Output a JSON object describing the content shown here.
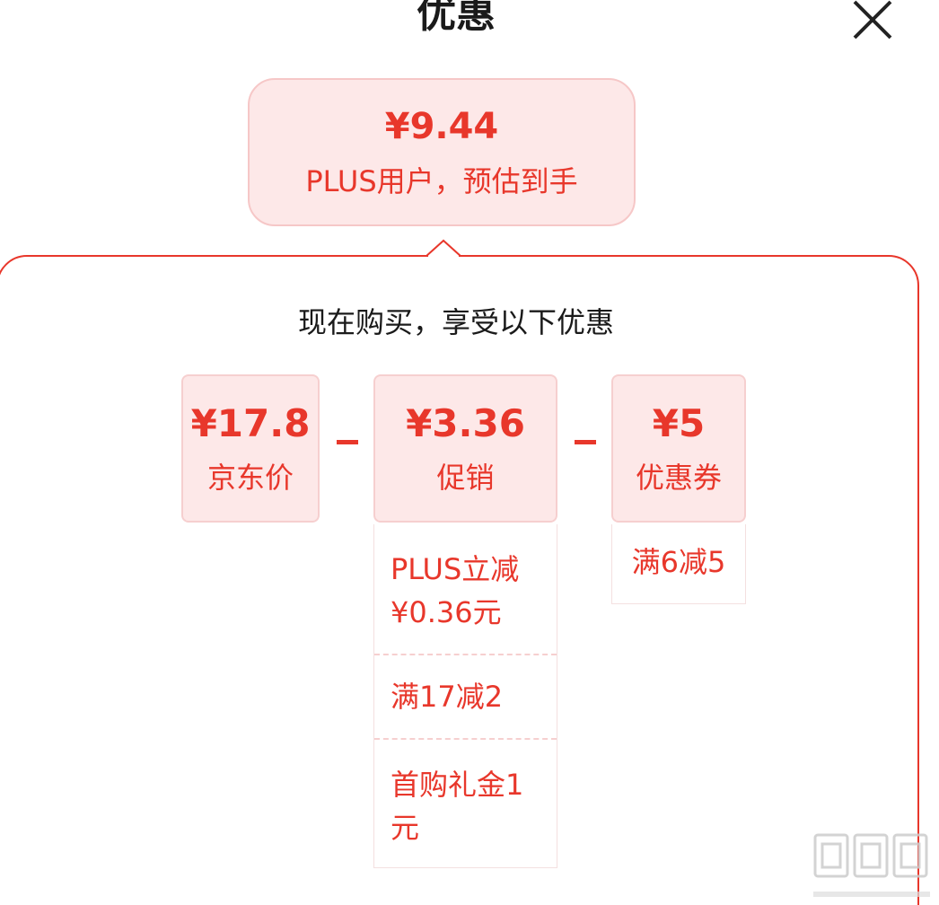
{
  "header": {
    "title": "优惠",
    "close_icon": "close-icon"
  },
  "summary": {
    "price": "¥9.44",
    "description": "PLUS用户，预估到手"
  },
  "panel": {
    "heading": "现在购买，享受以下优惠"
  },
  "breakdown": {
    "jd_price": {
      "value": "¥17.8",
      "label": "京东价"
    },
    "promotion": {
      "value": "¥3.36",
      "label": "促销",
      "items": [
        "PLUS立减¥0.36元",
        "满17减2",
        "首购礼金1元"
      ]
    },
    "coupon": {
      "value": "¥5",
      "label": "优惠券",
      "items": [
        "满6减5"
      ]
    }
  },
  "colors": {
    "accent": "#e8372b",
    "box_bg": "#fde8e8",
    "box_border": "#f6cfcf"
  }
}
